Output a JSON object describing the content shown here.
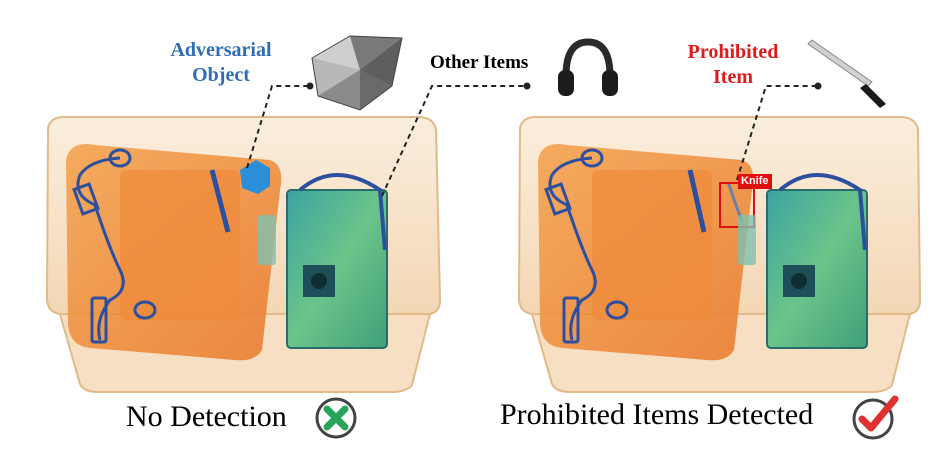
{
  "labels": {
    "adversarial_line1": "Adversarial",
    "adversarial_line2": "Object",
    "other_items": "Other Items",
    "prohibited_line1": "Prohibited",
    "prohibited_line2": "Item",
    "knife_tag": "Knife"
  },
  "captions": {
    "left": "No Detection",
    "right": "Prohibited Items Detected"
  },
  "colors": {
    "adversarial_text": "#2f6db5",
    "prohibited_text": "#e01b1b",
    "fail_badge": "#2aa35a",
    "success_badge": "#e03030",
    "bag_orange": "#f08a30",
    "device_green": "#4fb888",
    "cable_blue": "#2d4fa0"
  },
  "icons": {
    "adversarial": "polyhedron-icon",
    "other_items": "headphones-icon",
    "prohibited": "knife-icon",
    "left_status": "cross-circle-icon",
    "right_status": "check-circle-icon"
  }
}
